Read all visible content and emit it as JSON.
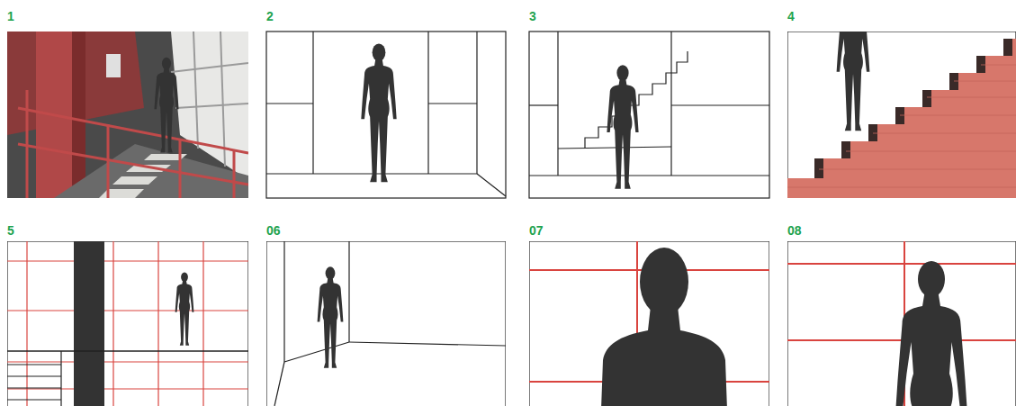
{
  "diagram": {
    "labels": [
      "1",
      "2",
      "3",
      "4",
      "5",
      "06",
      "07",
      "08"
    ]
  }
}
